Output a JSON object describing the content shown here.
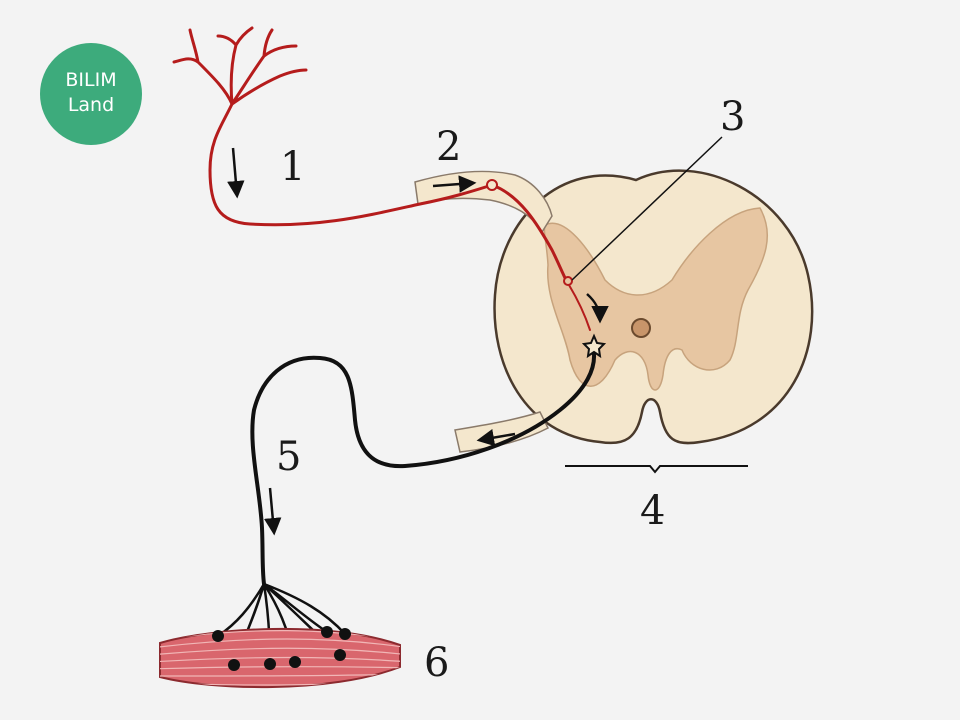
{
  "logo": {
    "line1": "BILIM",
    "line2": "Land",
    "color": "#3dab7c"
  },
  "labels": {
    "l1": "1",
    "l2": "2",
    "l3": "3",
    "l4": "4",
    "l5": "5",
    "l6": "6"
  },
  "colors": {
    "sensory_neuron": "#b51c1c",
    "motor_neuron": "#111111",
    "spinal_white_matter": "#f4e7cd",
    "spinal_gray_matter": "#e7c6a2",
    "muscle": "#d9666d"
  }
}
